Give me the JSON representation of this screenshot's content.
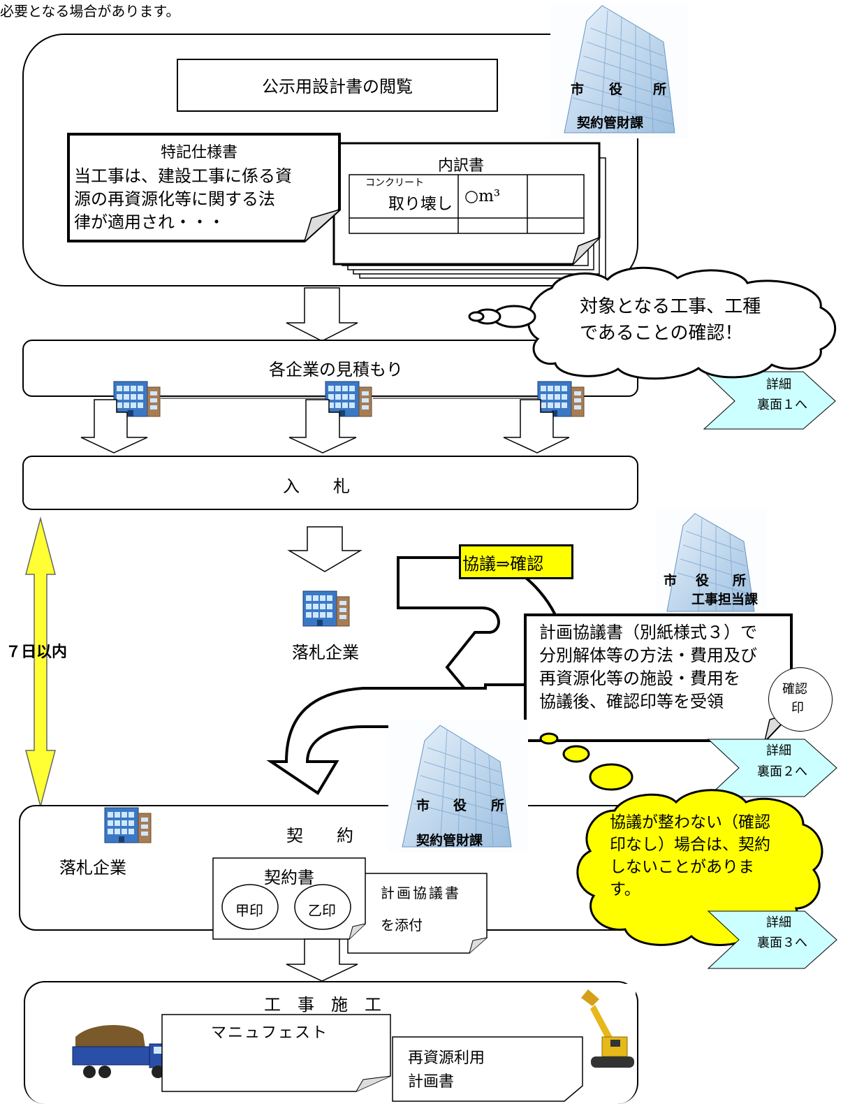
{
  "top_note": "必要となる場合があります。",
  "city_hall_1": {
    "line1": [
      "市",
      "役",
      "所"
    ],
    "line2": "契約管財課"
  },
  "step_view": {
    "title": "公示用設計書の閲覧"
  },
  "spec_doc": {
    "title": "特記仕様書",
    "lines": [
      "当工事は、建設工事に係る資",
      "源の再資源化等に関する法",
      "律が適用され・・・"
    ]
  },
  "breakdown_doc": {
    "title": "内訳書",
    "item_small": "コンクリート",
    "item": "取り壊し",
    "qty": "○m³"
  },
  "callout_check": {
    "lines": [
      "対象となる工事、工種",
      "であることの確認！"
    ]
  },
  "step_estimate": {
    "title": "各企業の見積もり"
  },
  "detail_1": {
    "line1": "詳細",
    "line2": "裏面１へ"
  },
  "step_bid": {
    "title": "入　　札"
  },
  "span_label": "７日以内",
  "winning_company_1": "落札企業",
  "consult_tag": "協議⇒確認",
  "city_hall_2": {
    "line1": [
      "市",
      "役",
      "所"
    ],
    "line2": "工事担当課"
  },
  "consult_box": {
    "lines": [
      "計画協議書（別紙様式３）で",
      "分別解体等の方法・費用及び",
      "再資源化等の施設・費用を",
      "協議後、確認印等を受領"
    ]
  },
  "confirm_stamp": {
    "line1": "確認",
    "line2": "印"
  },
  "detail_2": {
    "line1": "詳細",
    "line2": "裏面２へ"
  },
  "city_hall_3": {
    "line1": [
      "市",
      "役",
      "所"
    ],
    "line2": "契約管財課"
  },
  "step_contract": {
    "title": "契　　約"
  },
  "winning_company_2": "落札企業",
  "contract_doc": {
    "title": "契約書",
    "seal_a": "甲印",
    "seal_b": "乙印"
  },
  "attach_doc": {
    "line1": "計画協議書",
    "line2": "を添付"
  },
  "warning_cloud": {
    "lines": [
      "協議が整わない（確認",
      "印なし）場合は、契約",
      "しないことがありま",
      "す。"
    ]
  },
  "detail_3": {
    "line1": "詳細",
    "line2": "裏面３へ"
  },
  "step_construction": {
    "title": "工　事　施　工"
  },
  "manifest_doc": {
    "title": "マニュフェスト"
  },
  "recycle_doc": {
    "line1": "再資源利用",
    "line2": "計画書"
  },
  "colors": {
    "cloud_yellow": "#FFFF00",
    "arrow_yellow": "#FFFF33",
    "detail_cyan": "#CCFFFF",
    "tag_yellow": "#FFFF00"
  }
}
